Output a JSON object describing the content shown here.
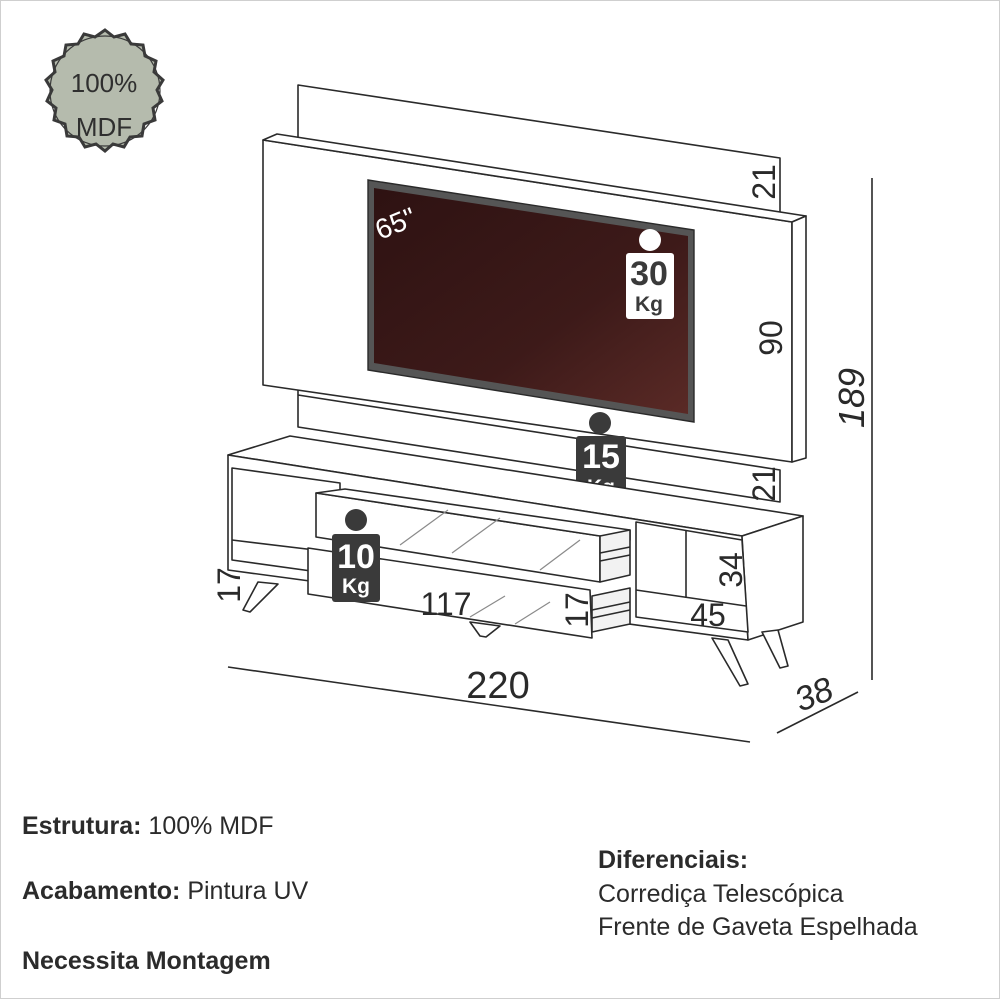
{
  "badge": {
    "line1": "100%",
    "line2": "MDF"
  },
  "panel": {
    "tv_size": "65\"",
    "tv_load_value": "30",
    "tv_load_unit": "Kg",
    "shelf_load_value": "15",
    "shelf_load_unit": "Kg"
  },
  "rack": {
    "drawer_load_value": "10",
    "drawer_load_unit": "Kg"
  },
  "dimensions": {
    "panel_top": "21",
    "panel_middle": "90",
    "panel_bottom": "21",
    "total_height": "189",
    "total_width": "220",
    "depth": "38",
    "leg_height": "17",
    "drawer_width": "117",
    "drawer_height": "17",
    "niche_height": "34",
    "niche_width": "45"
  },
  "specs": {
    "structure_label": "Estrutura:",
    "structure_value": "100% MDF",
    "finish_label": "Acabamento:",
    "finish_value": "Pintura UV",
    "assembly": "Necessita Montagem"
  },
  "features": {
    "title": "Diferenciais:",
    "items": [
      "Corrediça Telescópica",
      "Frente de Gaveta Espelhada"
    ]
  },
  "colors": {
    "badge_fill": "#b5bbad",
    "badge_stroke": "#3a3a3a",
    "tv_screen": "#3a1a1a",
    "tv_frame": "#555555",
    "line": "#2a2a2a",
    "load_tag": "#3a3a3a"
  }
}
